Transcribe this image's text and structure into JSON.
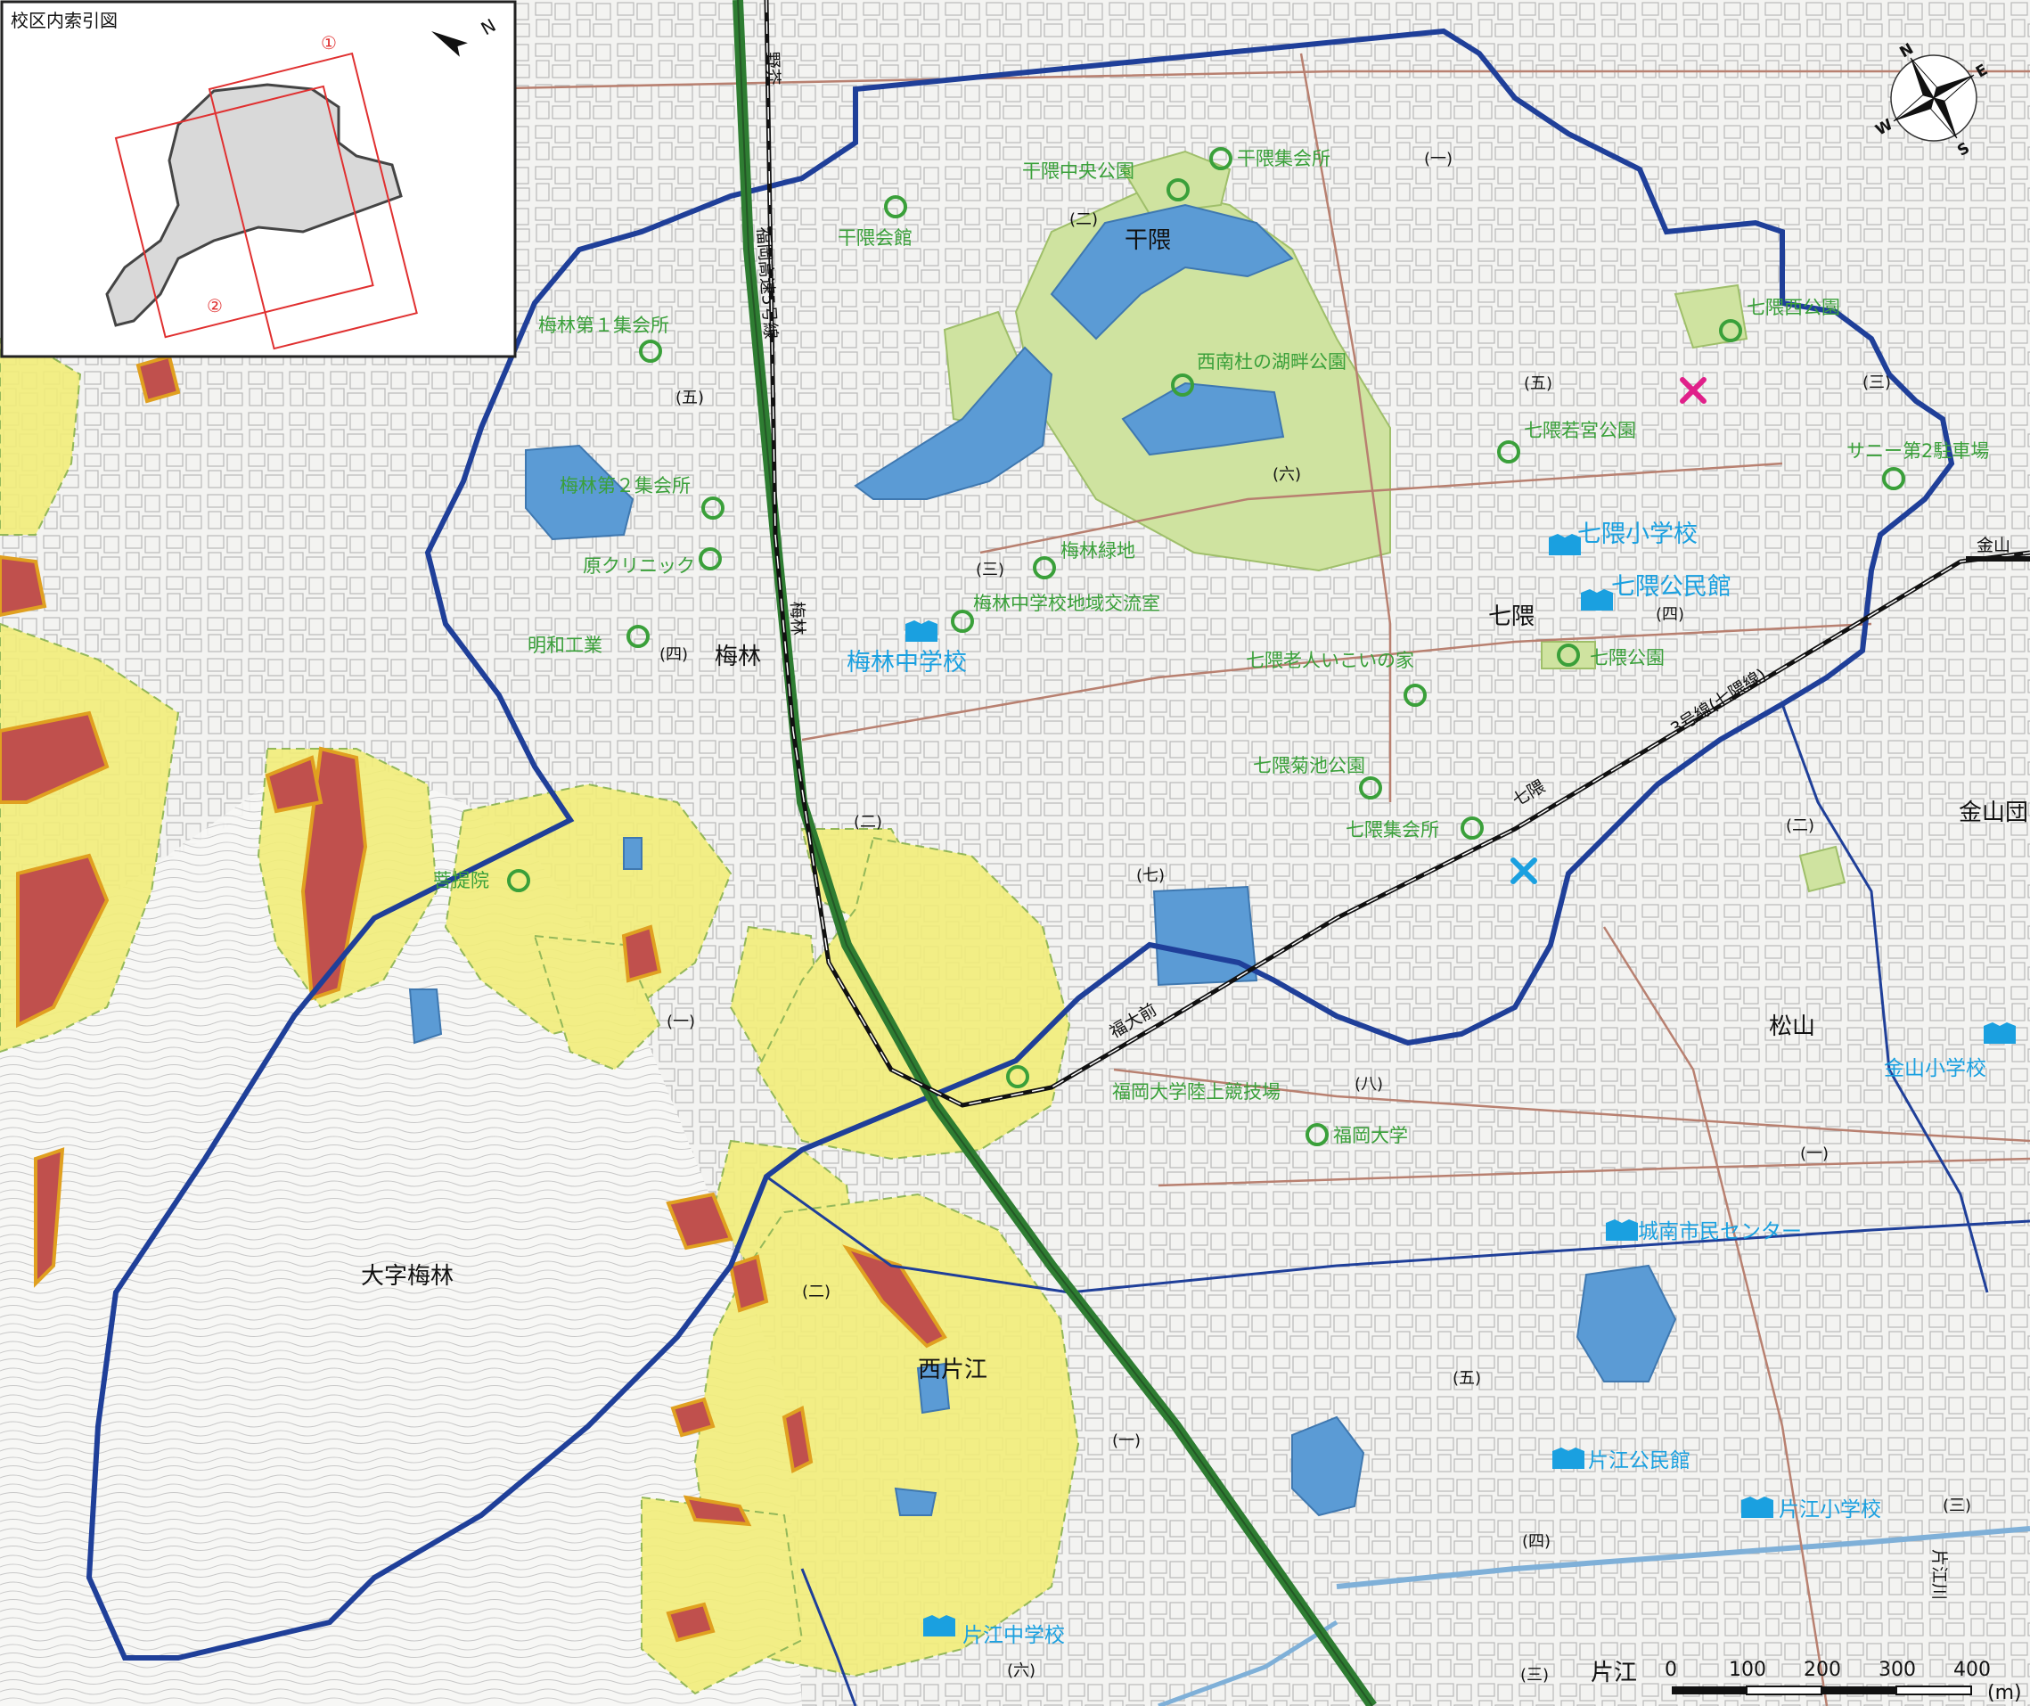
{
  "inset": {
    "title": "校区内索引図",
    "sheet1": "①",
    "sheet2": "②",
    "north": "N"
  },
  "compass": {
    "n": "N",
    "s": "S",
    "e": "E",
    "w": "W"
  },
  "areas": {
    "senkuma": "干隈",
    "umebayashi": "梅林",
    "nanakuma": "七隈",
    "nishikatae": "西片江",
    "oaza_umebayashi": "大字梅林",
    "matsuyama": "松山",
    "katae": "片江",
    "kanayama": "金山団"
  },
  "chome": {
    "c1": "(一)",
    "c2": "(二)",
    "c3": "(三)",
    "c4": "(四)",
    "c5": "(五)",
    "c6": "(六)",
    "c7": "(七)",
    "c8": "(八)"
  },
  "shelters_green": [
    "干隈中央公園",
    "干隈集会所",
    "干隈会館",
    "梅林第１集会所",
    "西南杜の湖畔公園",
    "梅林第２集会所",
    "原クリニック",
    "梅林緑地",
    "梅林中学校地域交流室",
    "明和工業",
    "七隈西公園",
    "七隈若宮公園",
    "サニー第2駐車場",
    "七隈老人いこいの家",
    "七隈公園",
    "七隈菊池公園",
    "七隈集会所",
    "菩提院",
    "福岡大学陸上競技場",
    "福岡大学"
  ],
  "facilities_blue": [
    "梅林中学校",
    "七隈小学校",
    "七隈公民館",
    "金山小学校",
    "城南市民センター",
    "片江公民館",
    "片江小学校",
    "片江中学校"
  ],
  "roads": {
    "expressway": "福岡高速5号線",
    "subway": "3号線(七隈線)",
    "st_noke": "野芥",
    "st_umebayashi": "梅林",
    "st_fukudaimae": "福大前",
    "st_nanakuma": "七隈",
    "st_kanayama": "金山",
    "river": "片江川"
  },
  "scale": {
    "ticks": [
      "0",
      "100",
      "200",
      "300",
      "400"
    ],
    "unit": "(m)"
  },
  "colors": {
    "boundary": "#1f3f99",
    "expressway": "#2e7d32",
    "subway": "#111111",
    "water": "#5b9bd5",
    "park": "#cfe3a0",
    "hazard_yellow": "#f2ee7a",
    "hazard_red": "#c0504d",
    "shelter_green": "#3aa03a",
    "facility_blue": "#1aa0e0",
    "mark_pink": "#e0208a",
    "mark_blue": "#1aa0e0"
  }
}
